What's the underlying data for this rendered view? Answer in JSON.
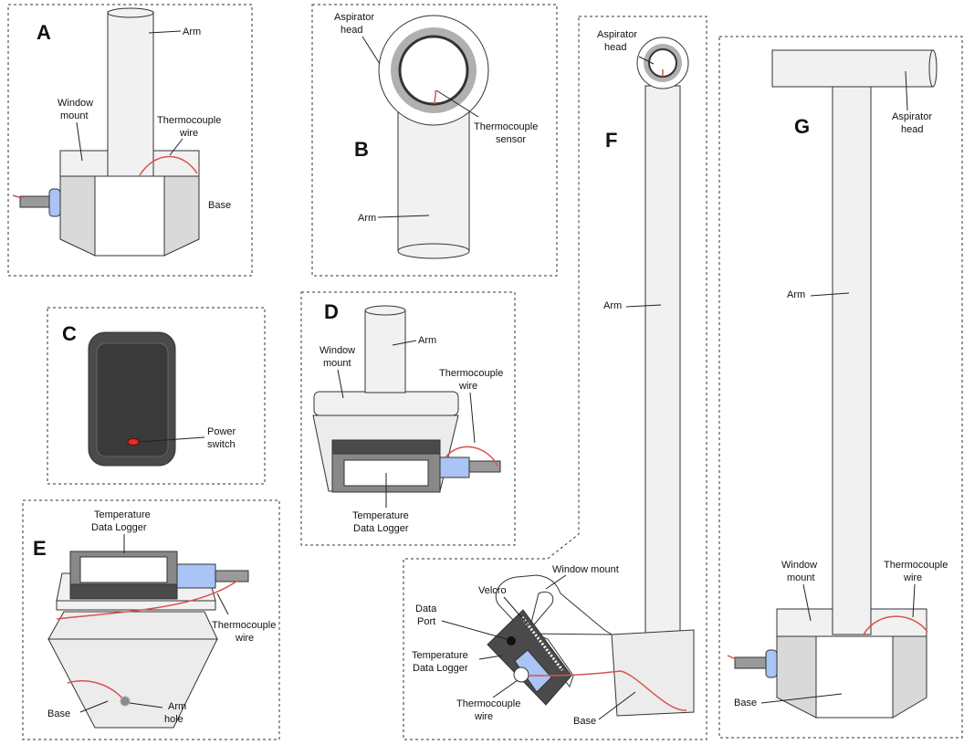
{
  "panels": {
    "A": {
      "letter": "A",
      "arm": "Arm",
      "window_mount": [
        "Window",
        "mount"
      ],
      "thermocouple": [
        "Thermocouple",
        "wire"
      ],
      "base": "Base"
    },
    "B": {
      "letter": "B",
      "aspirator": [
        "Aspirator",
        "head"
      ],
      "sensor": [
        "Thermocouple",
        "sensor"
      ],
      "arm": "Arm"
    },
    "C": {
      "letter": "C",
      "power": [
        "Power",
        "switch"
      ]
    },
    "D": {
      "letter": "D",
      "arm": "Arm",
      "window_mount": [
        "Window",
        "mount"
      ],
      "thermocouple": [
        "Thermocouple",
        "wire"
      ],
      "logger": [
        "Temperature",
        "Data Logger"
      ]
    },
    "E": {
      "letter": "E",
      "logger": [
        "Temperature",
        "Data Logger"
      ],
      "thermocouple": [
        "Thermocouple",
        "wire"
      ],
      "base": "Base",
      "arm_hole": [
        "Arm",
        "hole"
      ]
    },
    "F": {
      "letter": "F",
      "aspirator": [
        "Aspirator",
        "head"
      ],
      "arm": "Arm"
    },
    "F_inset": {
      "window_mount": "Window mount",
      "velcro": "Velcro",
      "data_port": [
        "Data",
        "Port"
      ],
      "logger": [
        "Temperature",
        "Data Logger"
      ],
      "thermocouple": [
        "Thermocouple",
        "wire"
      ],
      "base": "Base"
    },
    "G": {
      "letter": "G",
      "aspirator": [
        "Aspirator",
        "head"
      ],
      "arm": "Arm",
      "window_mount": [
        "Window",
        "mount"
      ],
      "thermocouple": [
        "Thermocouple",
        "wire"
      ],
      "base": "Base"
    }
  },
  "colors": {
    "light": "#f1f1f1",
    "mid": "#d9d9d9",
    "dark": "#4a4a4a",
    "ring": "#b0b0b0",
    "blue": "#a9c4f5",
    "wire": "#d9534f",
    "switch": "#e0302a"
  }
}
